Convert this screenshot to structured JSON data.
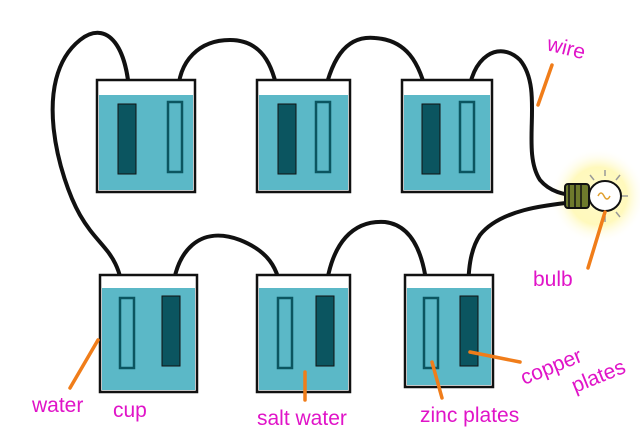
{
  "colors": {
    "label": "#e014c8",
    "pointer": "#f07d1a",
    "water": "#5bb8c7",
    "electrode": "#0b5560",
    "wire": "#111111",
    "glow": "#fff7a8"
  },
  "labels": {
    "wire": "wire",
    "bulb": "bulb",
    "water": "water",
    "cup": "cup",
    "salt_water": "salt water",
    "zinc_plates": "zinc plates",
    "copper": "copper",
    "plates": "plates"
  }
}
